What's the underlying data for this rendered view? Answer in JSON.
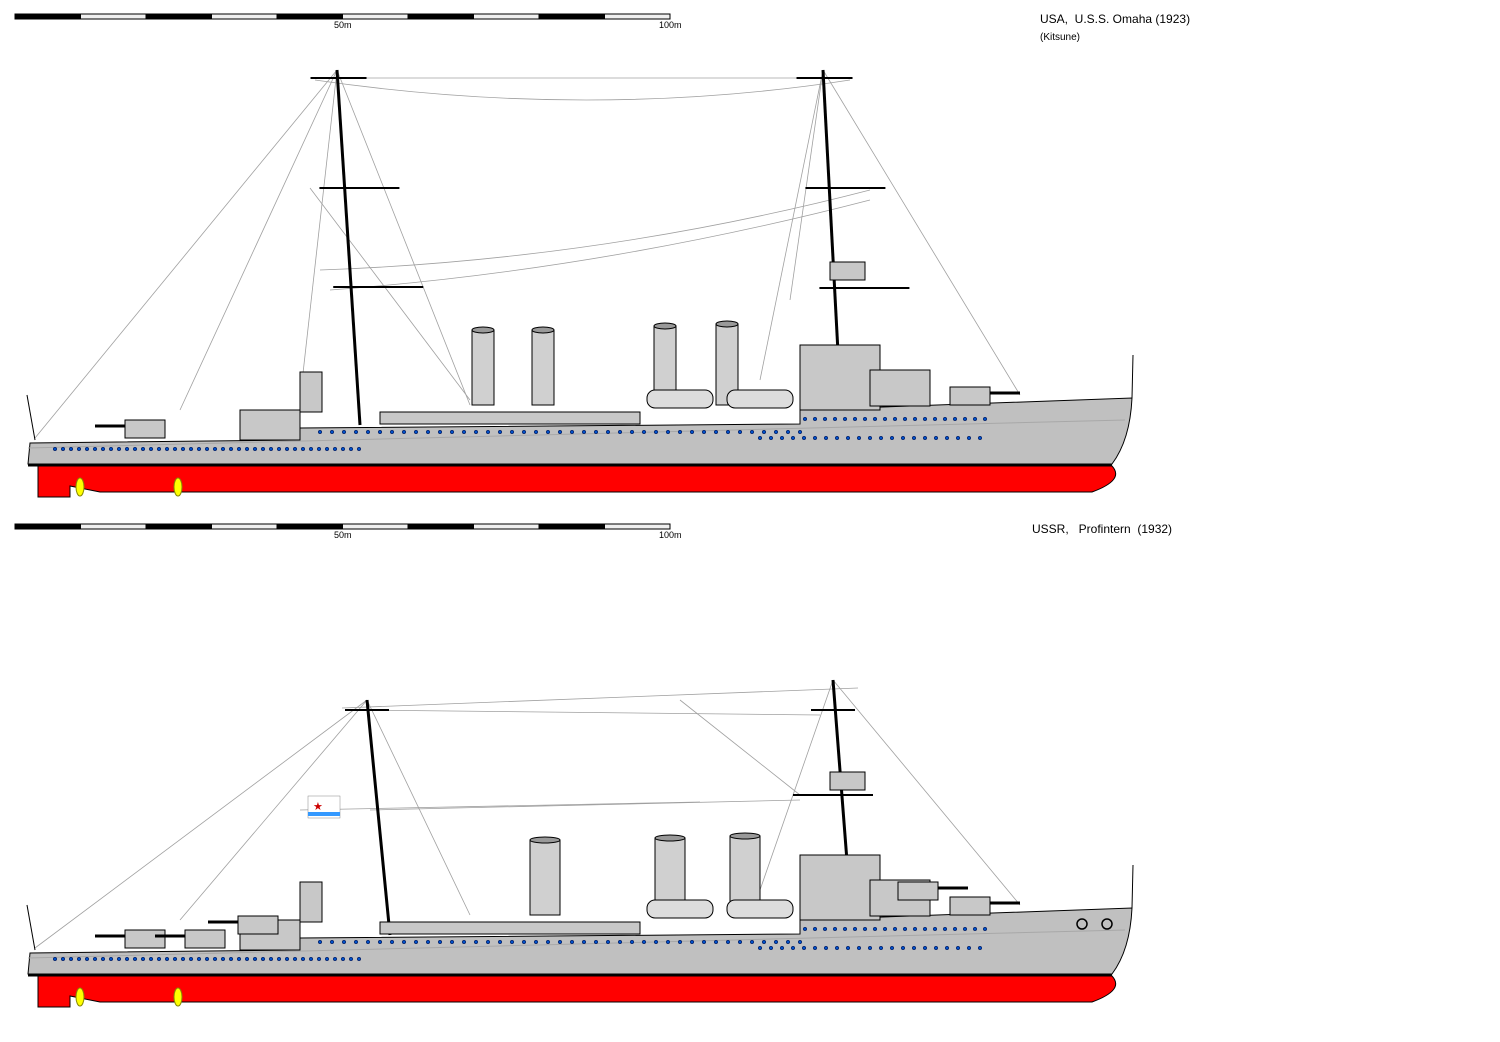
{
  "drawings": [
    {
      "title": "USA,  U.S.S. Omaha (1923)",
      "author": "(Kitsune)",
      "scale": {
        "mid_label": "50m",
        "end_label": "100m"
      }
    },
    {
      "title": "USSR,   Profintern  (1932)",
      "scale": {
        "mid_label": "50m",
        "end_label": "100m"
      }
    }
  ],
  "colors": {
    "hull": "#c0c0c0",
    "underwater": "#ff0000",
    "porthole": "#0050c8",
    "propeller": "#ffff00",
    "rigging": "#a0a0a0"
  }
}
